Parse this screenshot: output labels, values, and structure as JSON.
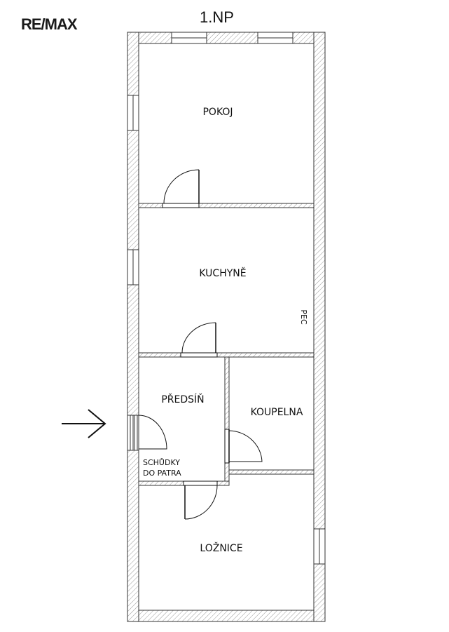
{
  "brand": {
    "logo_text": "RE/MAX"
  },
  "floor": {
    "title": "1.NP"
  },
  "rooms": {
    "pokoj": "POKOJ",
    "kuchyne": "KUCHYNĚ",
    "predsin": "PŘEDSÍŇ",
    "koupelna": "KOUPELNA",
    "loznice": "LOŽNICE"
  },
  "annotations": {
    "pec": "PEC",
    "schudky_line1": "SCHŮDKY",
    "schudky_line2": "DO PATRA"
  },
  "colors": {
    "wall_hatch": "#999999",
    "wall_outline": "#333333"
  }
}
